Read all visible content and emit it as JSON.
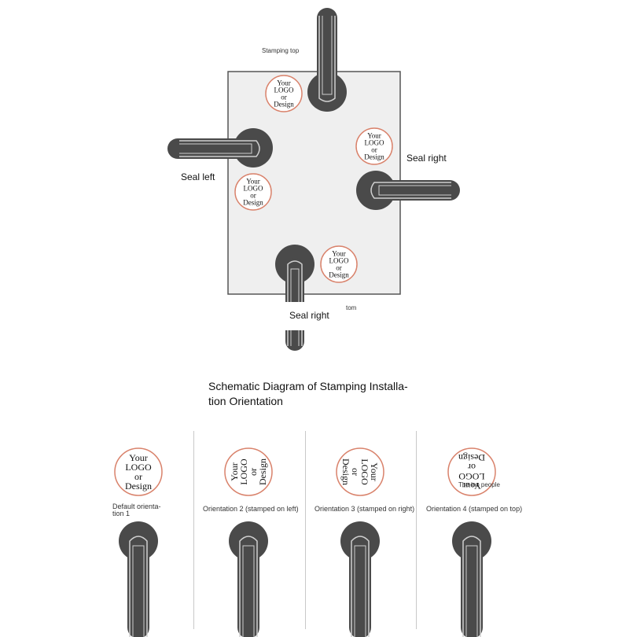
{
  "labels": {
    "stamping_top": "Stamping top",
    "seal_left": "Seal left",
    "seal_right": "Seal right",
    "seal_right_bottom": "Seal right",
    "bottom_partial": "tom"
  },
  "stamp_text": [
    "Your",
    "LOGO",
    "or",
    "Design"
  ],
  "title": {
    "line1": "Schematic Diagram of Stamping Installa-",
    "line2": "tion Orientation"
  },
  "orientations": [
    {
      "caption_line1": "Default orienta-",
      "caption_line2": "tion 1",
      "rotation_deg": 0
    },
    {
      "caption": "Orientation 2 (stamped on left)",
      "rotation_deg": -90
    },
    {
      "caption": "Orientation 3 (stamped on right)",
      "rotation_deg": 90
    },
    {
      "caption": "Orientation 4 (stamped on top)",
      "overlay_text": "The ino people",
      "rotation_deg": 180
    }
  ],
  "colors": {
    "handle": "#4a4a4a",
    "handle_dark": "#3b3b3b",
    "stamp_ring": "#d9826b",
    "panel_fill": "#efefef",
    "panel_border": "#555555"
  }
}
